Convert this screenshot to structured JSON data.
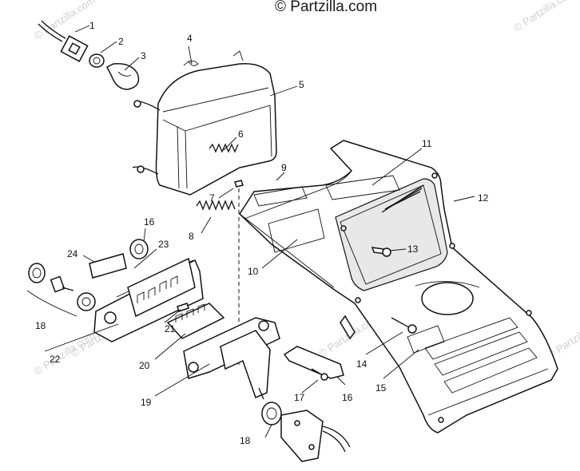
{
  "watermark": {
    "brand": "© Partzilla.com",
    "faint": "© Partzilla.com"
  },
  "callouts": [
    "1",
    "2",
    "3",
    "4",
    "5",
    "6",
    "7",
    "8",
    "9",
    "10",
    "11",
    "12",
    "13",
    "14",
    "15",
    "16",
    "16",
    "17",
    "18",
    "18",
    "19",
    "20",
    "21",
    "22",
    "23",
    "24"
  ]
}
